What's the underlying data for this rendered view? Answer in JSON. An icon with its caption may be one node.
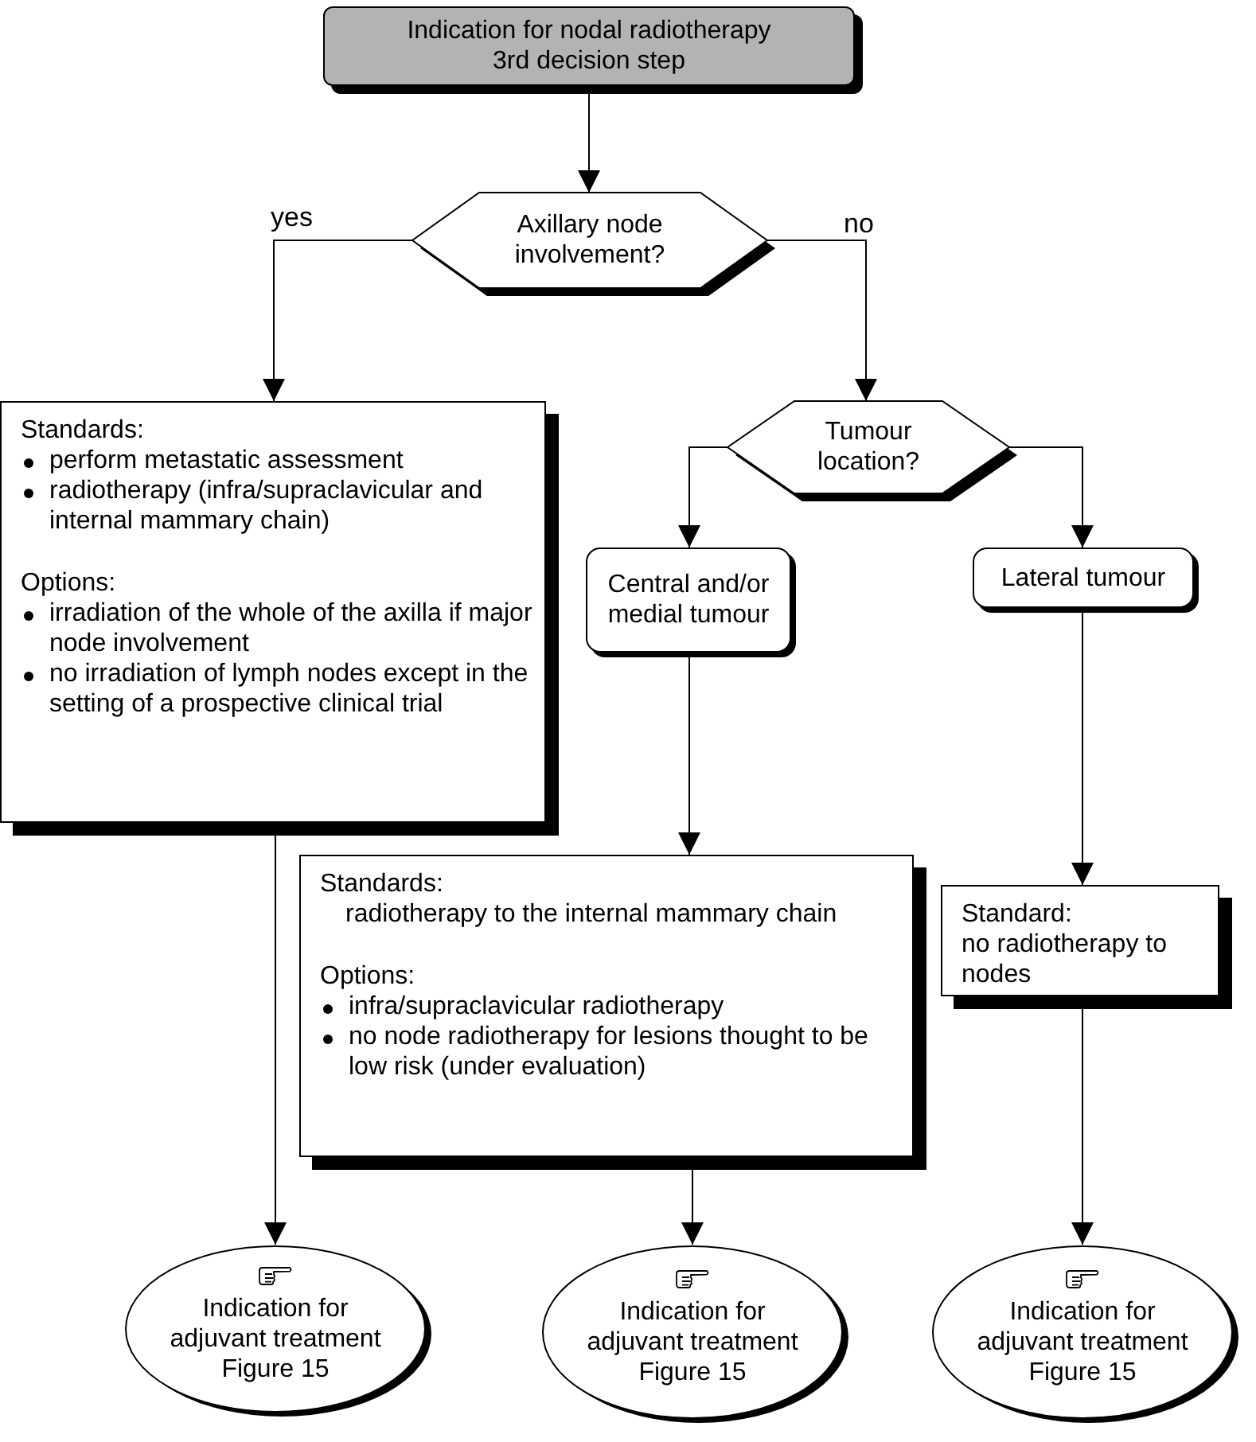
{
  "diagram": {
    "nodes": [
      {
        "text": [
          "Indication for nodal radiotherapy",
          "3rd decision step"
        ]
      },
      {
        "text": [
          "Axillary node involvement?"
        ]
      },
      {
        "text": [
          "Standards:",
          "perform metastatic assessment",
          "radiotherapy (infra/supraclavicular and internal mammary chain)",
          "Options:",
          "irradiation of the whole of the axilla if major node involvement",
          "no irradiation of lymph nodes except in the setting of a prospective clinical trial"
        ]
      },
      {
        "text": [
          "Tumour location?"
        ]
      },
      {
        "text": [
          "Central and/or medial tumour"
        ]
      },
      {
        "text": [
          "Lateral tumour"
        ]
      },
      {
        "text": [
          "Standards:",
          "radiotherapy to the internal mammary chain",
          "Options:",
          "infra/supraclavicular radiotherapy",
          "no node radiotherapy for lesions thought to be low risk (under evaluation)"
        ]
      },
      {
        "text": [
          "Standard:",
          "no radiotherapy to nodes"
        ]
      },
      {
        "text": [
          "Indication for adjuvant treatment Figure 15"
        ]
      },
      {
        "text": [
          "Indication for adjuvant treatment Figure 15"
        ]
      },
      {
        "text": [
          "Indication for adjuvant treatment Figure 15"
        ]
      }
    ],
    "edges": [
      {
        "from": 0,
        "to": 1,
        "arrow": "to"
      },
      {
        "from": 1,
        "to": 2,
        "arrow": "to",
        "label": "yes"
      },
      {
        "from": 1,
        "to": 3,
        "arrow": "to",
        "label": "no"
      },
      {
        "from": 3,
        "to": 4,
        "arrow": "to"
      },
      {
        "from": 3,
        "to": 5,
        "arrow": "to"
      },
      {
        "from": 4,
        "to": 6,
        "arrow": "to"
      },
      {
        "from": 5,
        "to": 7,
        "arrow": "to"
      },
      {
        "from": 2,
        "to": 8,
        "arrow": "to"
      },
      {
        "from": 6,
        "to": 9,
        "arrow": "to"
      },
      {
        "from": 7,
        "to": 10,
        "arrow": "to"
      }
    ]
  }
}
